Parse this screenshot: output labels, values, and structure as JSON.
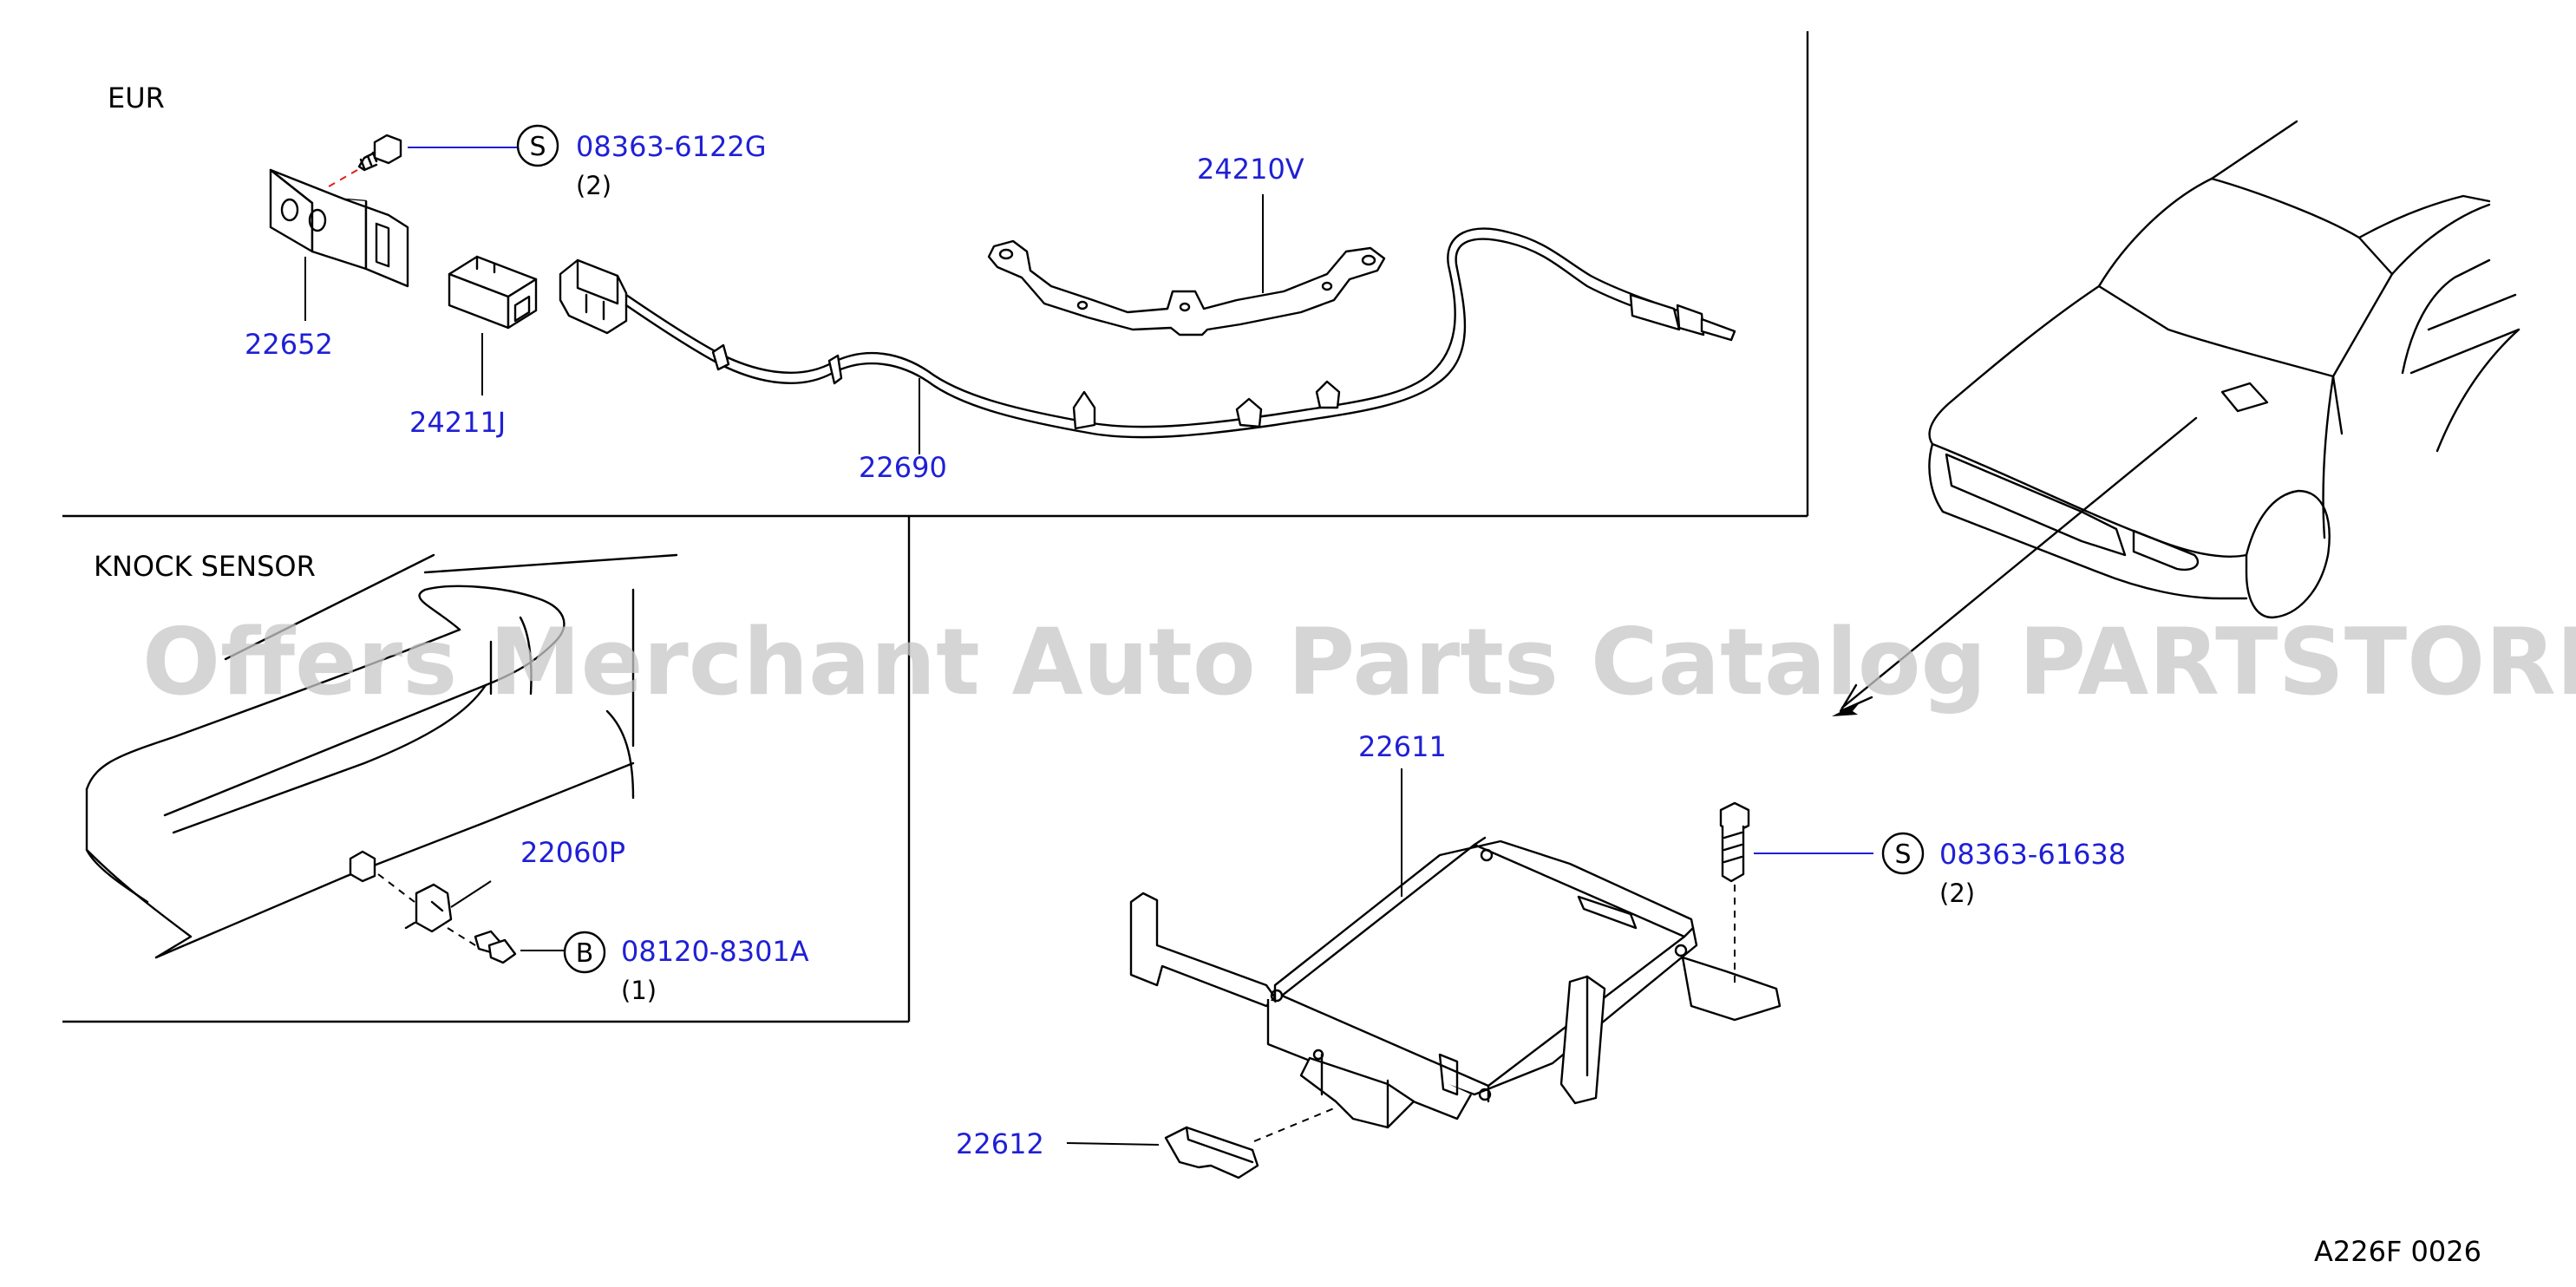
{
  "sections": {
    "eur": "EUR",
    "knock_sensor": "KNOCK   SENSOR"
  },
  "callouts": {
    "bolt_eur": {
      "symbol": "S",
      "part": "08363-6122G",
      "qty": "(2)"
    },
    "bolt_ecm": {
      "symbol": "S",
      "part": "08363-61638",
      "qty": "(2)"
    },
    "bolt_knock": {
      "symbol": "B",
      "part": "08120-8301A",
      "qty": "(1)"
    }
  },
  "parts": {
    "p22652": "22652",
    "p24211j": "24211J",
    "p24210v": "24210V",
    "p22690": "22690",
    "p22060p": "22060P",
    "p22611": "22611",
    "p22612": "22612"
  },
  "watermark": "Offers Merchant Auto Parts Catalog PARTSTORE.SA",
  "diagram_code": "A226F  0026",
  "colors": {
    "part_number": "#1f1fd6",
    "line": "#000000",
    "watermark": "#c8c8c8",
    "dash_red": "#e02020"
  }
}
